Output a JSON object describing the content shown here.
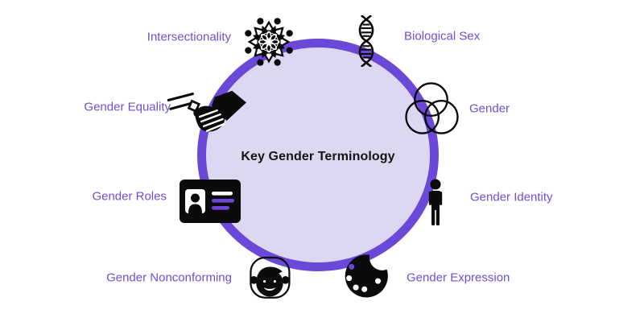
{
  "title": "Key Gender Terminology",
  "colors": {
    "ring": "#6C48D9",
    "circle_fill": "#DDD8F2",
    "label_text": "#6F4ED4",
    "icon_black": "#0b0b0b",
    "accent_purple": "#6C46D8",
    "title_text": "#141414",
    "background": "#ffffff"
  },
  "terms": [
    {
      "label": "Intersectionality",
      "icon": "mandala-icon",
      "position": "top-left"
    },
    {
      "label": "Biological Sex",
      "icon": "dna-icon",
      "position": "top-right"
    },
    {
      "label": "Gender",
      "icon": "venn-circles-icon",
      "position": "right-upper"
    },
    {
      "label": "Gender Identity",
      "icon": "person-icon",
      "position": "right-lower"
    },
    {
      "label": "Gender Expression",
      "icon": "palette-icon",
      "position": "bottom-right"
    },
    {
      "label": "Gender Nonconforming",
      "icon": "face-icon",
      "position": "bottom-left"
    },
    {
      "label": "Gender Roles",
      "icon": "id-card-icon",
      "position": "left-lower"
    },
    {
      "label": "Gender Equality",
      "icon": "handshake-icon",
      "position": "left-upper"
    }
  ]
}
